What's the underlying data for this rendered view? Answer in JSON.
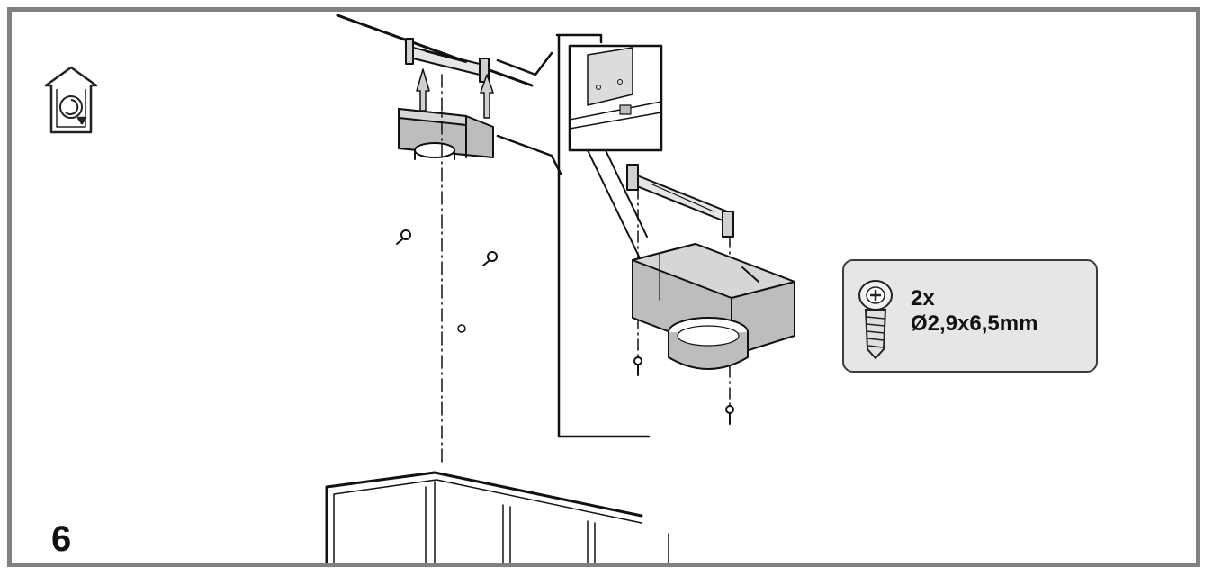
{
  "step": {
    "number": "6"
  },
  "screw_spec": {
    "quantity": "2x",
    "size": "Ø2,9x6,5mm"
  },
  "icons": {
    "mode": "recirculation-house-icon",
    "screw": "screw-icon"
  },
  "colors": {
    "frame": "#808080",
    "callout_fill": "#e6e6e6",
    "part_fill": "#bdbdbd",
    "line": "#111111"
  }
}
